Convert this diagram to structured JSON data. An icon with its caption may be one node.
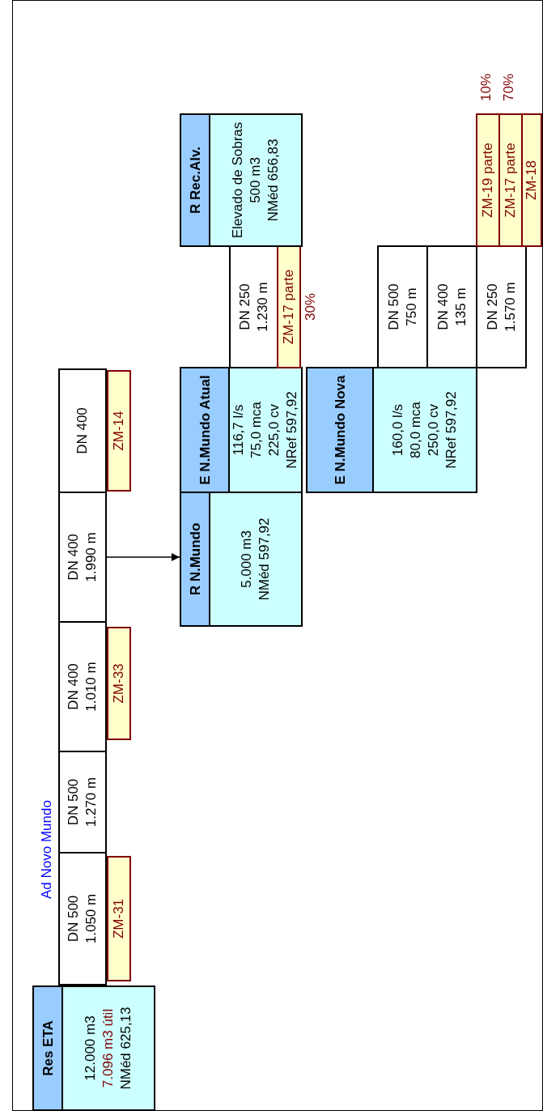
{
  "diagram": {
    "nodes": [
      {
        "text": [
          "Res ETA",
          "12.000 m3",
          "7.096 m3 útil",
          "NMéd 625,13"
        ]
      },
      {
        "text": [
          "DN 500",
          "1.050 m"
        ]
      },
      {
        "text": [
          "ZM-31"
        ]
      },
      {
        "text": [
          "DN 500",
          "1.270 m"
        ]
      },
      {
        "text": [
          "DN 400",
          "1.010 m"
        ]
      },
      {
        "text": [
          "ZM-33"
        ]
      },
      {
        "text": [
          "DN 400",
          "1.990 m"
        ]
      },
      {
        "text": [
          "DN 400"
        ]
      },
      {
        "text": [
          "ZM-14"
        ]
      },
      {
        "text": [
          "R N.Mundo",
          "5.000 m3",
          "NMéd 597,92"
        ]
      },
      {
        "text": [
          "E N.Mundo Atual",
          "116,7 l/s",
          "75,0 mca",
          "225,0 cv",
          "NRef 597,92"
        ]
      },
      {
        "text": [
          "DN 250",
          "1.230 m"
        ]
      },
      {
        "text": [
          "ZM-17 parte"
        ],
        "beside": [
          "30%"
        ]
      },
      {
        "text": [
          "R Rec.Alv.",
          "Elevado de Sobras",
          "500 m3",
          "NMéd 656,83"
        ]
      },
      {
        "text": [
          "E N.Mundo Nova",
          "160,0 l/s",
          "80,0 mca",
          "250,0 cv",
          "NRef 597,92"
        ]
      },
      {
        "text": [
          "DN 500",
          "750 m"
        ]
      },
      {
        "text": [
          "DN 400",
          "135 m"
        ]
      },
      {
        "text": [
          "DN 250",
          "1.570 m"
        ]
      },
      {
        "text": [
          "ZM-19 parte"
        ],
        "beside": [
          "10%"
        ]
      },
      {
        "text": [
          "ZM-17 parte"
        ],
        "beside": [
          "70%"
        ]
      },
      {
        "text": [
          "ZM-18"
        ]
      }
    ],
    "edges": [
      {
        "from": 6,
        "to": 9,
        "arrow": "to"
      }
    ],
    "labels": [
      "Ad Novo Mundo"
    ]
  }
}
